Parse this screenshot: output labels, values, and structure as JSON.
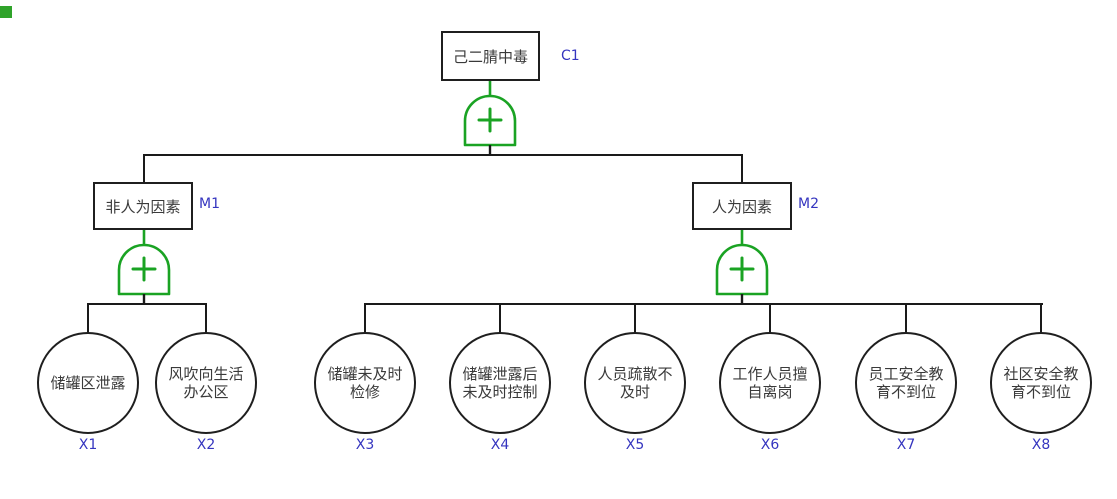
{
  "diagram": {
    "type": "fault-tree",
    "colors": {
      "gate_stroke": "#1aa323",
      "id_label_blue": "#3535bf",
      "line_black": "#1a1a1a",
      "shape_fill": "#ffffff",
      "shape_text": "#3a3a3a"
    },
    "gate": {
      "type": "OR",
      "symbol": "+"
    },
    "top_event": {
      "id": "C1",
      "label": "己二腈中毒"
    },
    "intermediate_events": [
      {
        "id": "M1",
        "label": "非人为因素"
      },
      {
        "id": "M2",
        "label": "人为因素"
      }
    ],
    "basic_events": [
      {
        "id": "X1",
        "label": "储罐区泄露"
      },
      {
        "id": "X2",
        "label": "风吹向生活办公区"
      },
      {
        "id": "X3",
        "label": "储罐未及时检修"
      },
      {
        "id": "X4",
        "label": "储罐泄露后未及时控制"
      },
      {
        "id": "X5",
        "label": "人员疏散不及时"
      },
      {
        "id": "X6",
        "label": "工作人员擅自离岗"
      },
      {
        "id": "X7",
        "label": "员工安全教育不到位"
      },
      {
        "id": "X8",
        "label": "社区安全教育不到位"
      }
    ],
    "structure": {
      "C1": [
        "M1",
        "M2"
      ],
      "M1": [
        "X1",
        "X2"
      ],
      "M2": [
        "X3",
        "X4",
        "X5",
        "X6",
        "X7",
        "X8"
      ]
    }
  }
}
